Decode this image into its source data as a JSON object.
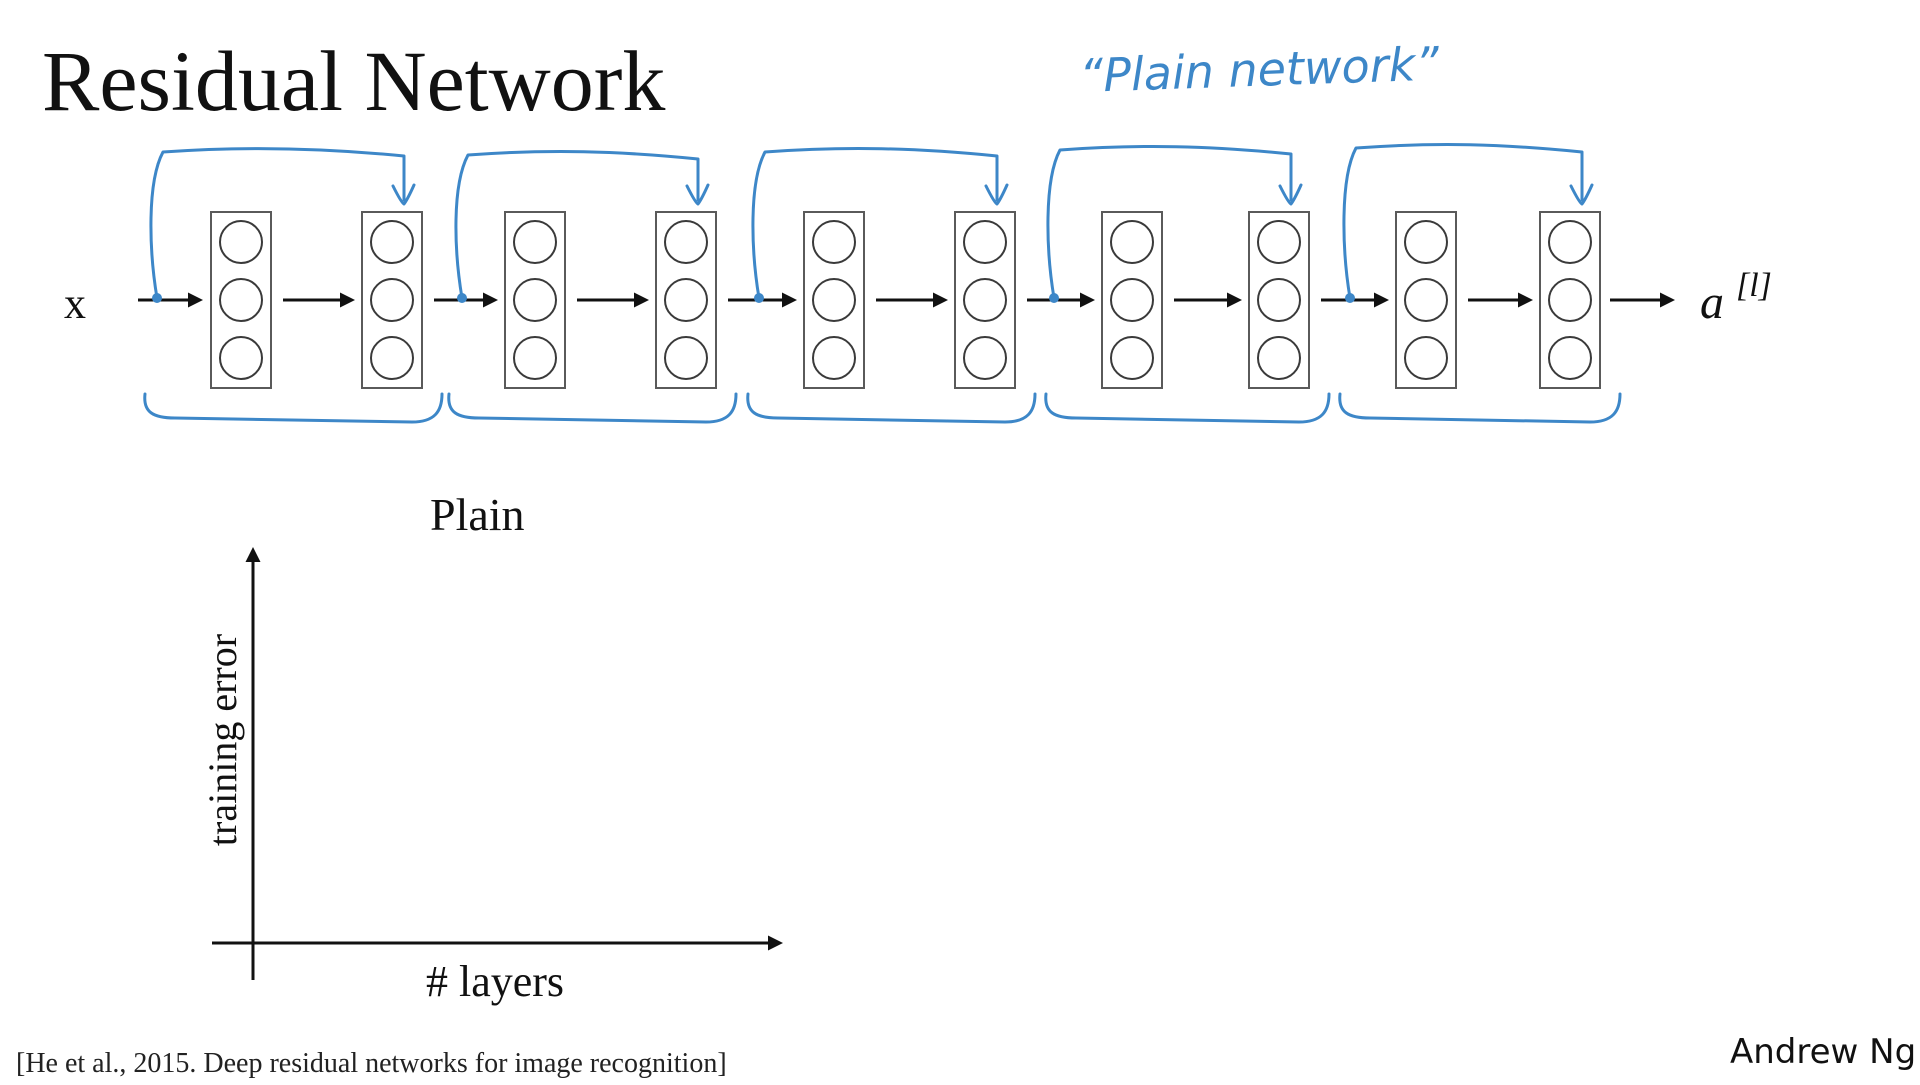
{
  "slide": {
    "title": "Residual Network",
    "citation": "[He et al., 2015. Deep residual networks for image recognition]",
    "author": "Andrew Ng",
    "handwritten_annotation": "“Plain network”"
  },
  "network": {
    "input_label": "x",
    "output_label_base": "a",
    "output_label_superscript": "[l]",
    "layer_count": 10,
    "nodes_per_layer": 3,
    "residual_block_count": 5,
    "colors": {
      "annotation": "#3d87c8",
      "box_stroke": "#5a5a5a",
      "node_stroke": "#3a3a3a",
      "arrow": "#111111"
    }
  },
  "plot": {
    "title": "Plain",
    "xlabel": "# layers",
    "ylabel": "training error"
  }
}
